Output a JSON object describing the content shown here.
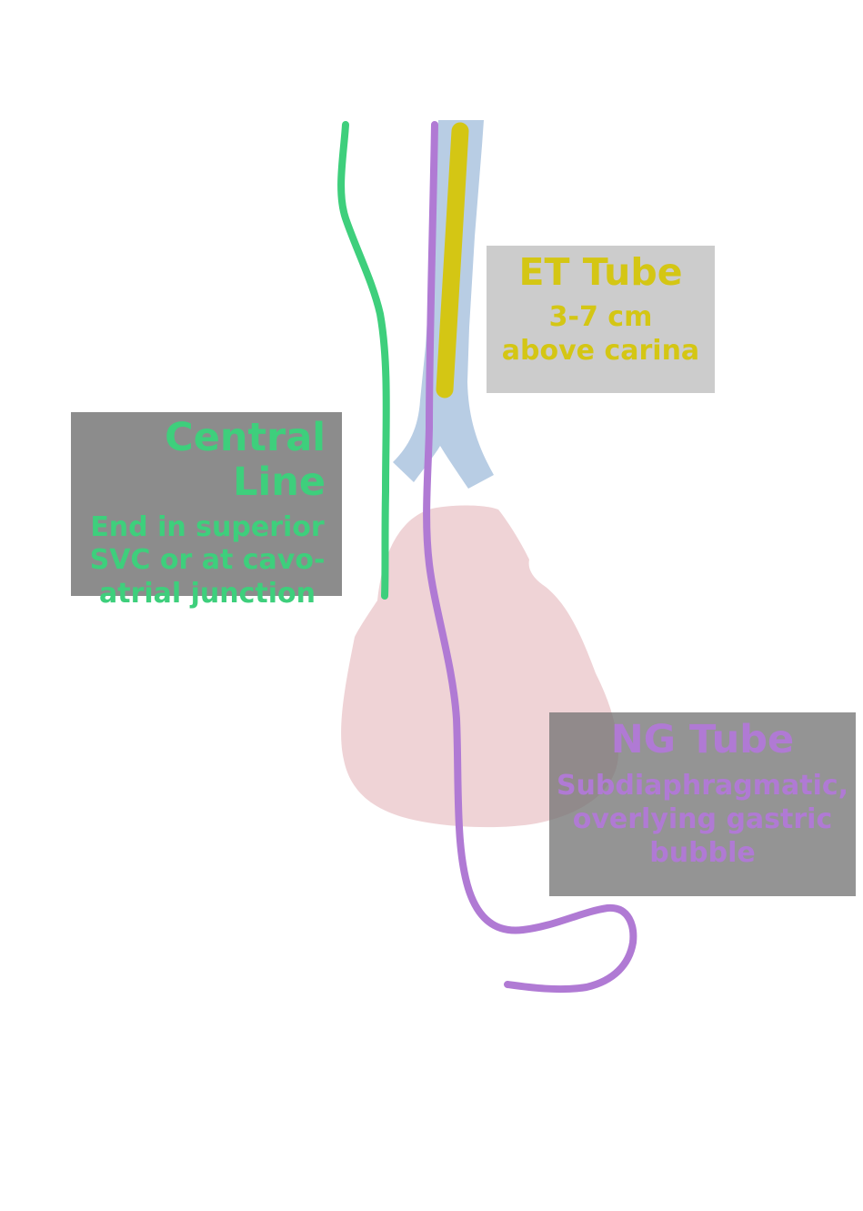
{
  "colors": {
    "et_tube": "#d4c614",
    "central_line": "#3ecf7c",
    "ng_tube": "#b07ad4",
    "trachea": "#b8cde4",
    "heart": "#efd3d6",
    "et_box_bg": "#c4c4c4",
    "dark_box_bg": "#8a8a8a"
  },
  "labels": {
    "et_tube": {
      "title": "ET Tube",
      "desc_line1": "3-7 cm",
      "desc_line2": "above carina"
    },
    "central_line": {
      "title": "Central Line",
      "desc_line1": "End in superior",
      "desc_line2": "SVC or at cavo-",
      "desc_line3": "atrial junction"
    },
    "ng_tube": {
      "title": "NG Tube",
      "desc_line1": "Subdiaphragmatic,",
      "desc_line2": "overlying gastric",
      "desc_line3": "bubble"
    }
  }
}
